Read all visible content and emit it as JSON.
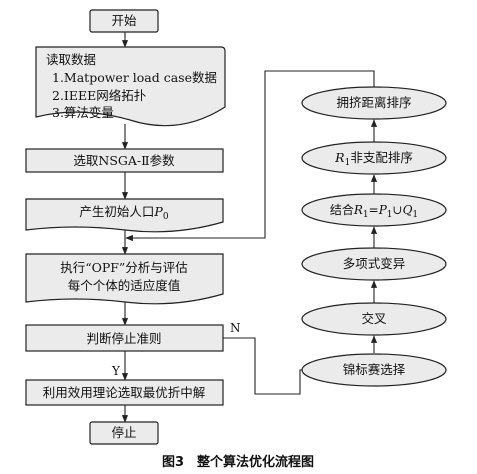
{
  "flowchart": {
    "start": "开始",
    "read_data": {
      "title": "读取数据",
      "items": [
        "1.Matpower load case数据",
        "2.IEEE网络拓扑",
        "3.算法变量"
      ]
    },
    "select_params": "选取NSGA-Ⅱ参数",
    "init_population": {
      "prefix": "产生初始人口",
      "var": "P",
      "sub": "0"
    },
    "opf": {
      "line1": "执行“OPF”分析与评估",
      "line2": "每个个体的适应度值"
    },
    "stop_criterion": "判断停止准则",
    "branch_no": "N",
    "branch_yes": "Y",
    "utility": "利用效用理论选取最优折中解",
    "stop": "停止",
    "tournament": "锦标赛选择",
    "crossover": "交叉",
    "mutation": "多项式变异",
    "combine": {
      "prefix": "结合",
      "lhs": "R",
      "lhs_sub": "1",
      "eq": "=",
      "p": "P",
      "p_sub": "1",
      "union": "∪",
      "q": "Q",
      "q_sub": "1"
    },
    "nondominated": {
      "var": "R",
      "sub": "1",
      "suffix": "非支配排序"
    },
    "crowding": "拥挤距离排序"
  },
  "caption": "图3　整个算法优化流程图",
  "colors": {
    "node_fill": "#ebebeb",
    "stroke": "#222222",
    "text": "#111111"
  }
}
